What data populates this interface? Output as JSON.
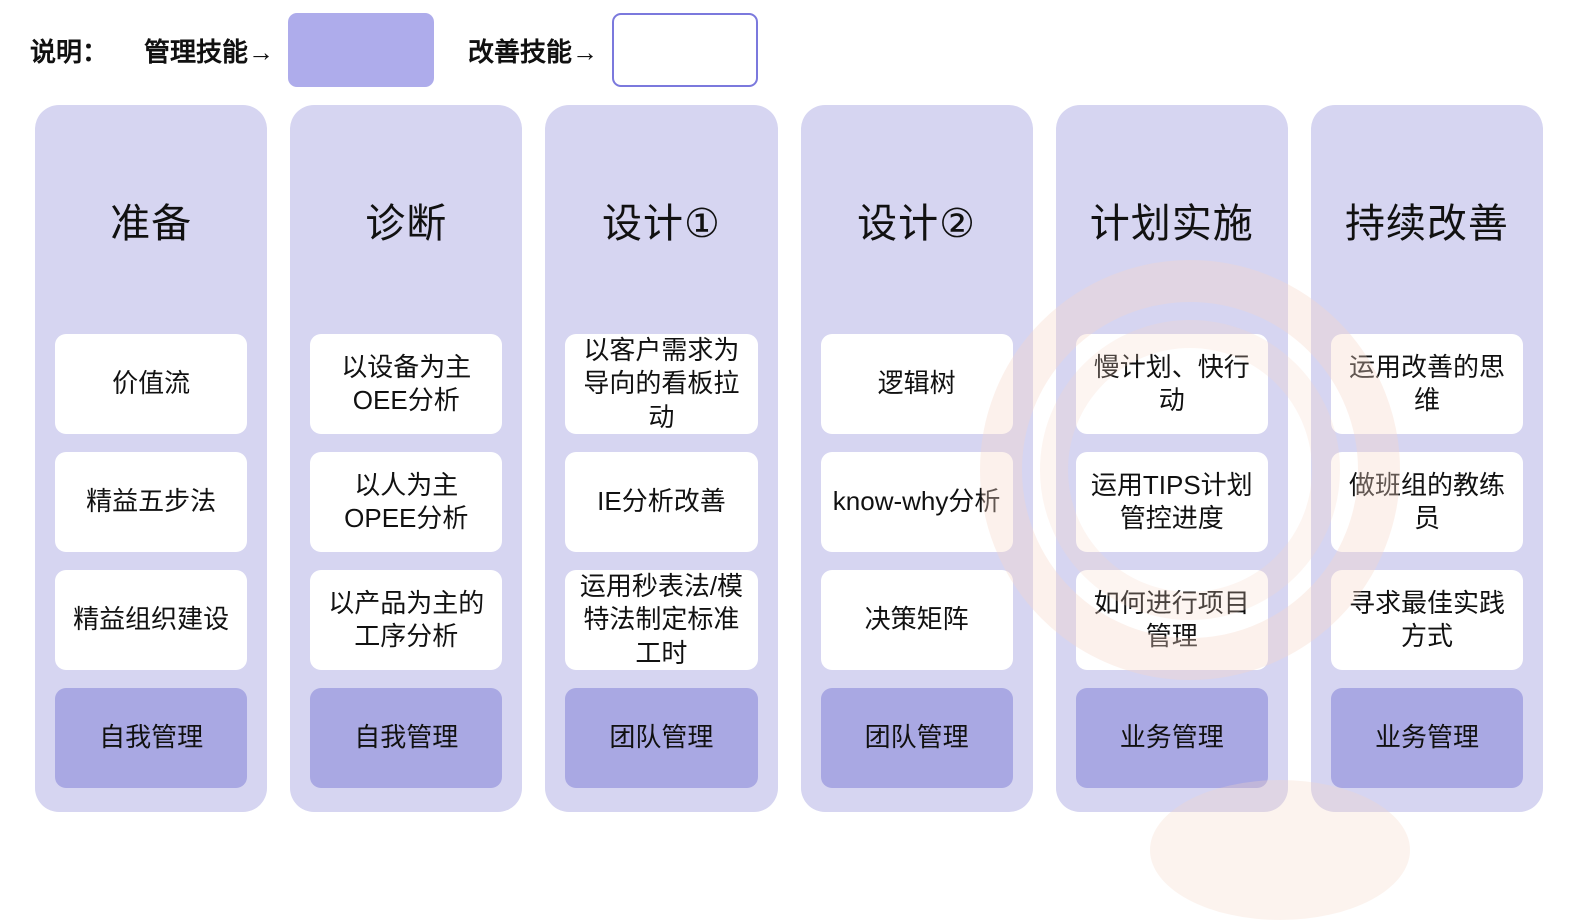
{
  "legend": {
    "label": "说明：",
    "management_label": "管理技能→",
    "improvement_label": "改善技能→"
  },
  "columns": [
    {
      "title": "准备",
      "skills": [
        "价值流",
        "精益五步法",
        "精益组织建设"
      ],
      "management": "自我管理"
    },
    {
      "title": "诊断",
      "skills": [
        "以设备为主OEE分析",
        "以人为主OPEE分析",
        "以产品为主的工序分析"
      ],
      "management": "自我管理"
    },
    {
      "title": "设计①",
      "skills": [
        "以客户需求为导向的看板拉动",
        "IE分析改善",
        "运用秒表法/模特法制定标准工时"
      ],
      "management": "团队管理"
    },
    {
      "title": "设计②",
      "skills": [
        "逻辑树",
        "know-why分析",
        "决策矩阵"
      ],
      "management": "团队管理"
    },
    {
      "title": "计划实施",
      "skills": [
        "慢计划、快行动",
        "运用TIPS计划管控进度",
        "如何进行项目管理"
      ],
      "management": "业务管理"
    },
    {
      "title": "持续改善",
      "skills": [
        "运用改善的思维",
        "做班组的教练员",
        "寻求最佳实践方式"
      ],
      "management": "业务管理"
    }
  ],
  "colors": {
    "column-bg": "#d6d5f1",
    "skill-box-bg": "#ffffff",
    "management-box-bg": "#a9a8e3",
    "legend-filled": "#aeaceb",
    "legend-outline-border": "#7b79dd",
    "text": "#111111",
    "watermark": "#f6d8c8"
  }
}
